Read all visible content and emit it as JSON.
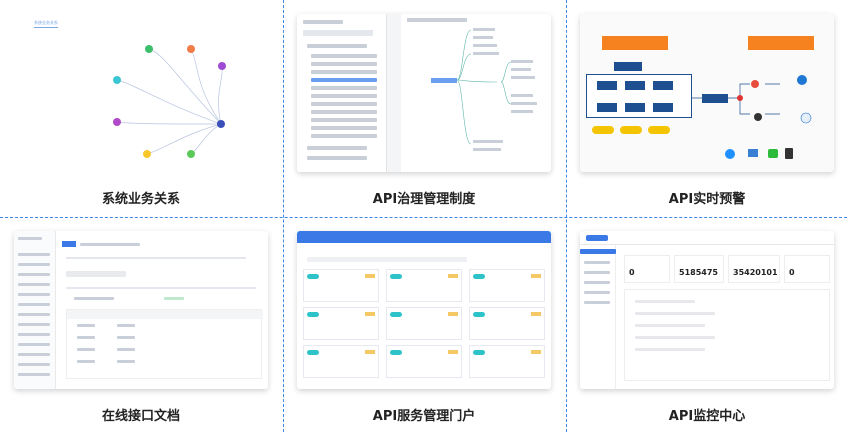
{
  "panels": [
    {
      "caption": "系统业务关系",
      "tab_label": "系统业务关系"
    },
    {
      "caption": "API治理管理制度"
    },
    {
      "caption": "API实时预警"
    },
    {
      "caption": "在线接口文档"
    },
    {
      "caption": "API服务管理门户"
    },
    {
      "caption": "API监控中心",
      "stats": [
        "0",
        "5185475",
        "35420101",
        "0"
      ]
    }
  ],
  "colors": {
    "accent": "#3f86e6",
    "orange": "#f5821f",
    "navy": "#1d4f91",
    "teal": "#2ec3c9"
  }
}
